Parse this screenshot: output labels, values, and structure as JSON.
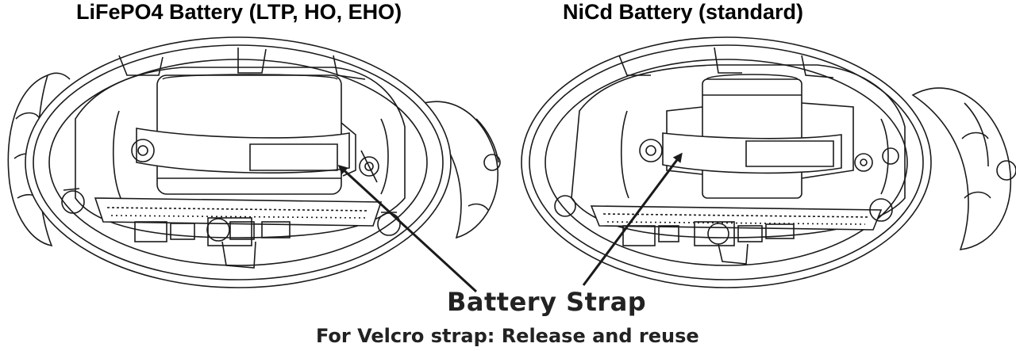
{
  "titles": {
    "left": "LiFePO4 Battery (LTP, HO, EHO)",
    "right": "NiCd Battery (standard)"
  },
  "callout": {
    "label": "Battery Strap",
    "note": "For Velcro strap:  Release and reuse"
  },
  "colors": {
    "line": "#1a1a1a",
    "background": "#ffffff"
  }
}
